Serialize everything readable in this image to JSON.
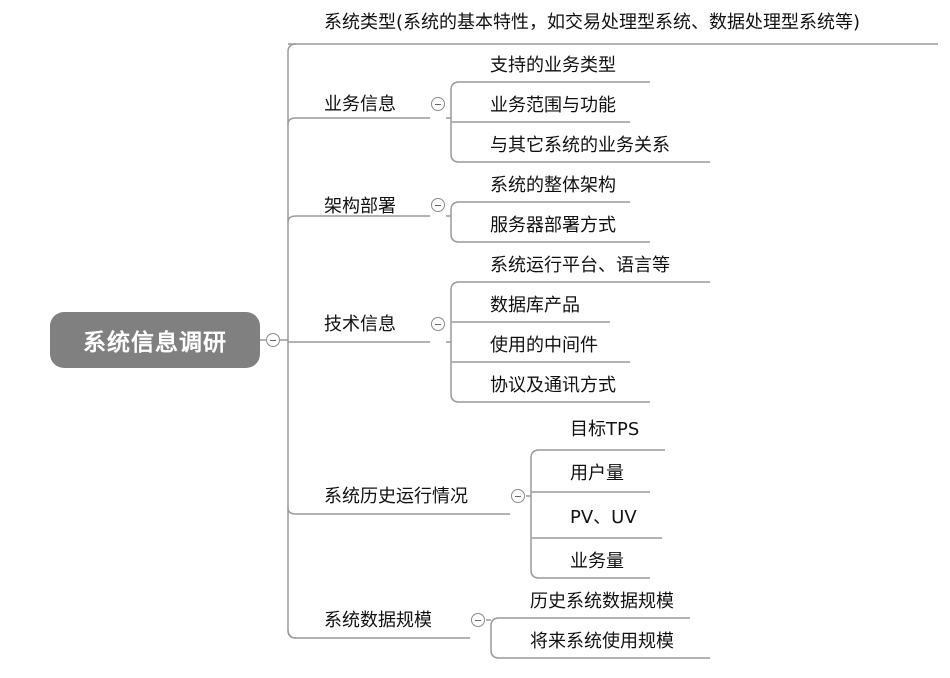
{
  "root": "系统信息调研",
  "branches": {
    "system_type": "系统类型(系统的基本特性，如交易处理型系统、数据处理型系统等)",
    "business": {
      "label": "业务信息",
      "children": [
        "支持的业务类型",
        "业务范围与功能",
        "与其它系统的业务关系"
      ]
    },
    "architecture": {
      "label": "架构部署",
      "children": [
        "系统的整体架构",
        "服务器部署方式"
      ]
    },
    "tech": {
      "label": "技术信息",
      "children": [
        "系统运行平台、语言等",
        "数据库产品",
        "使用的中间件",
        "协议及通讯方式"
      ]
    },
    "history": {
      "label": "系统历史运行情况",
      "children": [
        "目标TPS",
        "用户量",
        "PV、UV",
        "业务量"
      ]
    },
    "scale": {
      "label": "系统数据规模",
      "children": [
        "历史系统数据规模",
        "将来系统使用规模"
      ]
    }
  }
}
